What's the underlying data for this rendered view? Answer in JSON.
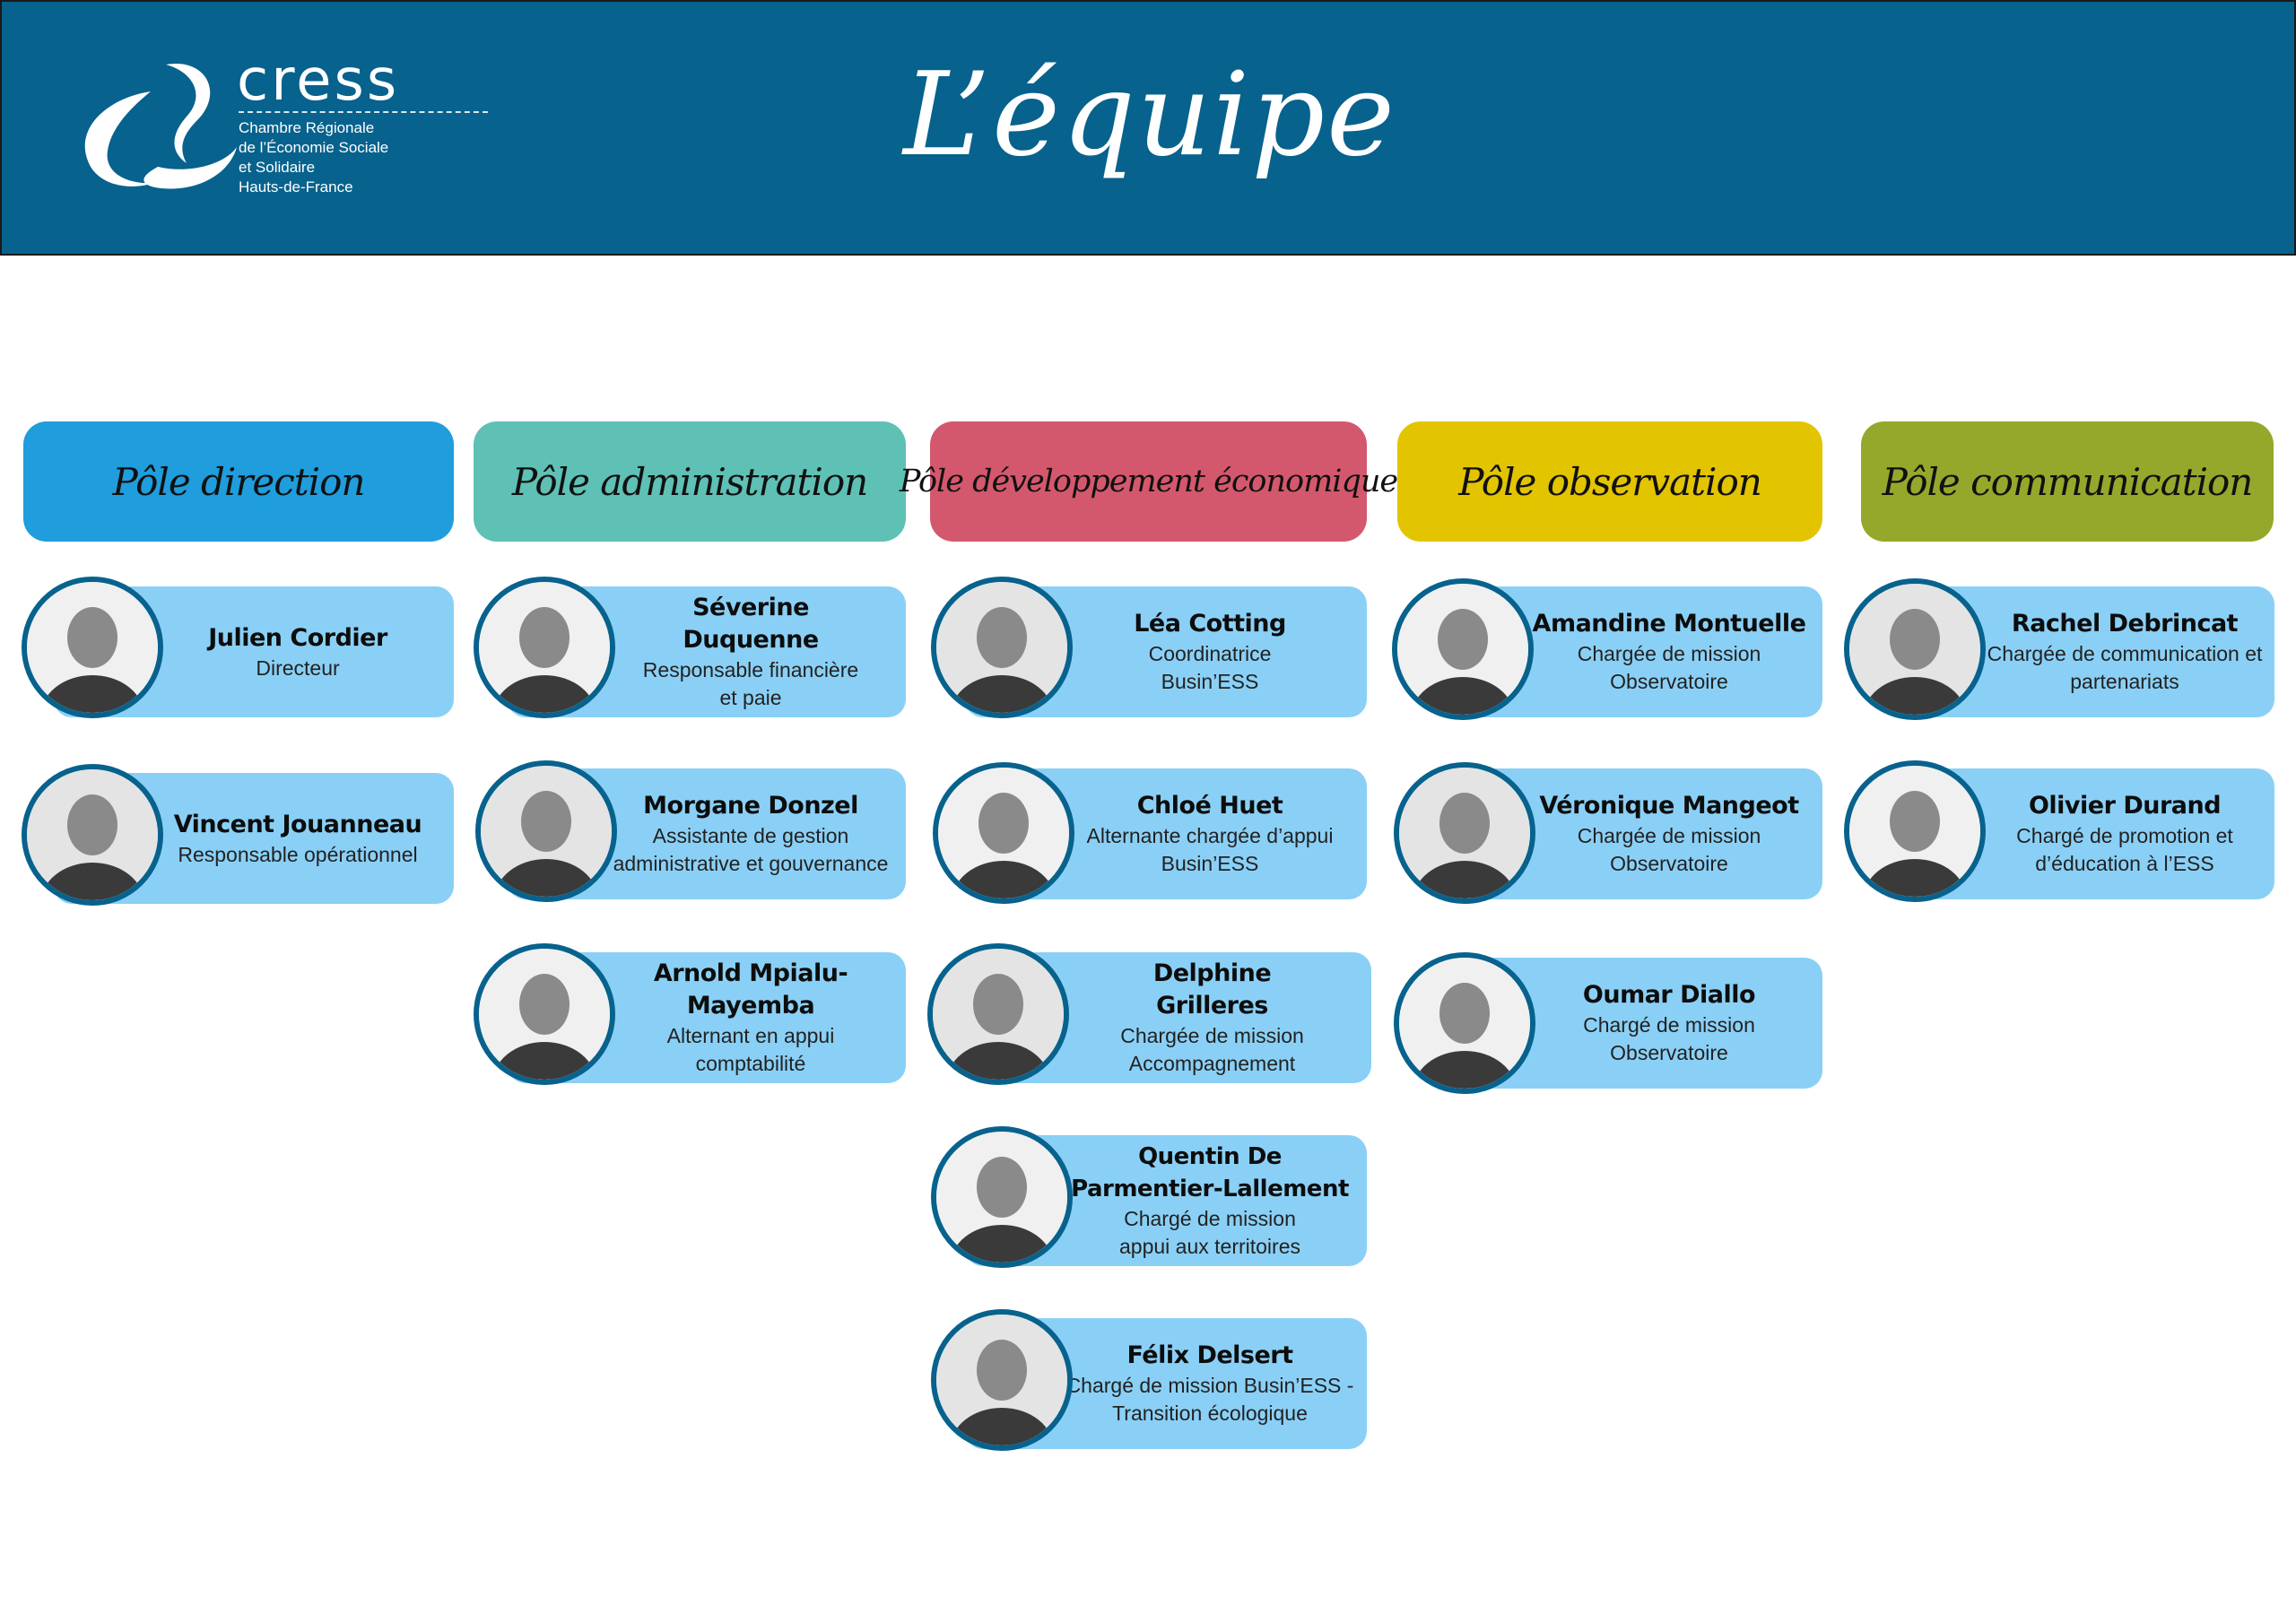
{
  "header": {
    "title": "L’équipe",
    "logo": {
      "wordmark": "cress",
      "lines": [
        "Chambre Régionale",
        "de l’Économie Sociale",
        "et Solidaire",
        "Hauts-de-France"
      ]
    }
  },
  "colors": {
    "header": "#07628d",
    "card": "#8ad0f6",
    "avatar_ring": "#07628d",
    "pole_direction": "#1f9ddc",
    "pole_administration": "#5fc0b5",
    "pole_developpement": "#d4586d",
    "pole_observation": "#e3c400",
    "pole_communication": "#96a82b"
  },
  "columns": [
    {
      "title": "Pôle direction",
      "members": [
        {
          "name": "Julien Cordier",
          "role": "Directeur"
        },
        {
          "name": "Vincent Jouanneau",
          "role": "Responsable opérationnel"
        }
      ]
    },
    {
      "title": "Pôle administration",
      "members": [
        {
          "name": "Séverine Duquenne",
          "role": "Responsable financière et paie"
        },
        {
          "name": "Morgane Donzel",
          "role": "Assistante de gestion administrative et gouvernance"
        },
        {
          "name": "Arnold Mpialu-Mayemba",
          "role": "Alternant en appui comptabilité"
        }
      ]
    },
    {
      "title": "Pôle développement économique",
      "members": [
        {
          "name": "Léa Cotting",
          "role": "Coordinatrice Busin’ESS"
        },
        {
          "name": "Chloé Huet",
          "role": "Alternante chargée d’appui Busin’ESS"
        },
        {
          "name": "Delphine Grilleres",
          "role": "Chargée de mission Accompagnement"
        },
        {
          "name": "Quentin De Parmentier-Lallement",
          "role": "Chargé de mission appui aux territoires"
        },
        {
          "name": "Félix Delsert",
          "role": "Chargé de mission Busin’ESS - Transition écologique"
        }
      ]
    },
    {
      "title": "Pôle observation",
      "members": [
        {
          "name": "Amandine Montuelle",
          "role": "Chargée de mission Observatoire"
        },
        {
          "name": "Véronique Mangeot",
          "role": "Chargée de mission Observatoire"
        },
        {
          "name": "Oumar Diallo",
          "role": "Chargé de mission Observatoire"
        }
      ]
    },
    {
      "title": "Pôle communication",
      "members": [
        {
          "name": "Rachel Debrincat",
          "role": "Chargée de communication et partenariats"
        },
        {
          "name": "Olivier Durand",
          "role": "Chargé de promotion et d’éducation à l’ESS"
        }
      ]
    }
  ]
}
